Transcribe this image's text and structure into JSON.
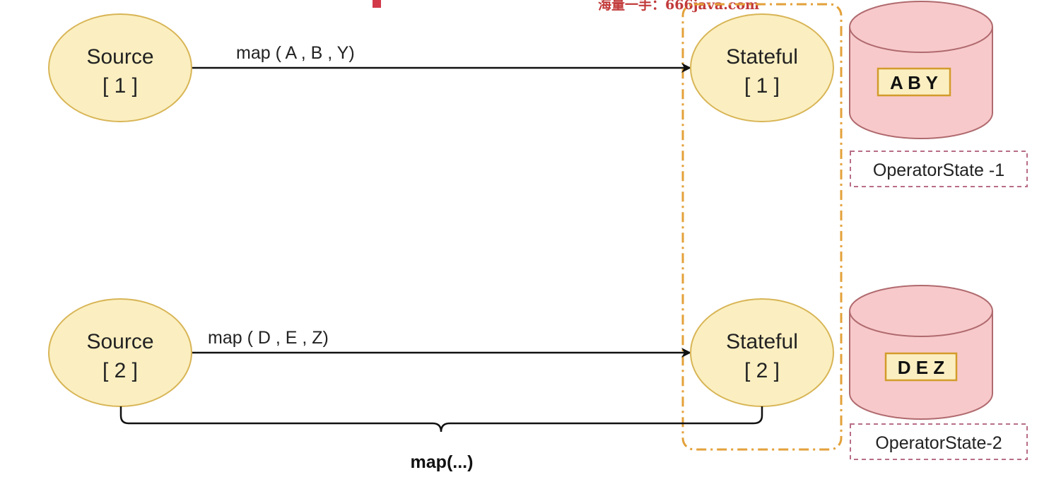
{
  "watermark": "海量一手：666java.com",
  "colors": {
    "node_fill": "#fbefc1",
    "node_stroke": "#d8b556",
    "group_stroke": "#e3a13a",
    "db_fill": "#f7c9cb",
    "db_stroke": "#b06a6e",
    "label_box_fill": "#fbefc1",
    "label_box_stroke": "#d39b2b",
    "caption_border": "#b86e86",
    "watermark": "#c23a3a",
    "marker": "#d23a4a"
  },
  "nodes": {
    "source1": {
      "line1": "Source",
      "line2": "[ 1 ]"
    },
    "source2": {
      "line1": "Source",
      "line2": "[ 2 ]"
    },
    "stateful1": {
      "line1": "Stateful",
      "line2": "[ 1 ]"
    },
    "stateful2": {
      "line1": "Stateful",
      "line2": "[ 2 ]"
    }
  },
  "edges": {
    "edge1": {
      "label": "map ( A , B , Y)"
    },
    "edge2": {
      "label": "map ( D , E , Z)"
    }
  },
  "states": {
    "state1": {
      "content": "A B Y",
      "caption": "OperatorState -1"
    },
    "state2": {
      "content": "D E Z",
      "caption": "OperatorState-2"
    }
  },
  "brace": {
    "label": "map(...)"
  }
}
